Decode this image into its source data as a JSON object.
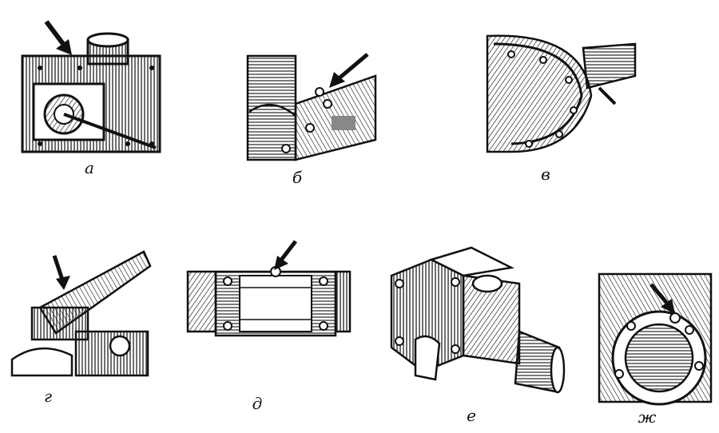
{
  "figures": [
    {
      "id": "a",
      "label": "а"
    },
    {
      "id": "b",
      "label": "б"
    },
    {
      "id": "v",
      "label": "в"
    },
    {
      "id": "g",
      "label": "г"
    },
    {
      "id": "d",
      "label": "д"
    },
    {
      "id": "e",
      "label": "е"
    },
    {
      "id": "zh",
      "label": "ж"
    }
  ],
  "colors": {
    "ink": "#111111",
    "paper": "#ffffff"
  }
}
